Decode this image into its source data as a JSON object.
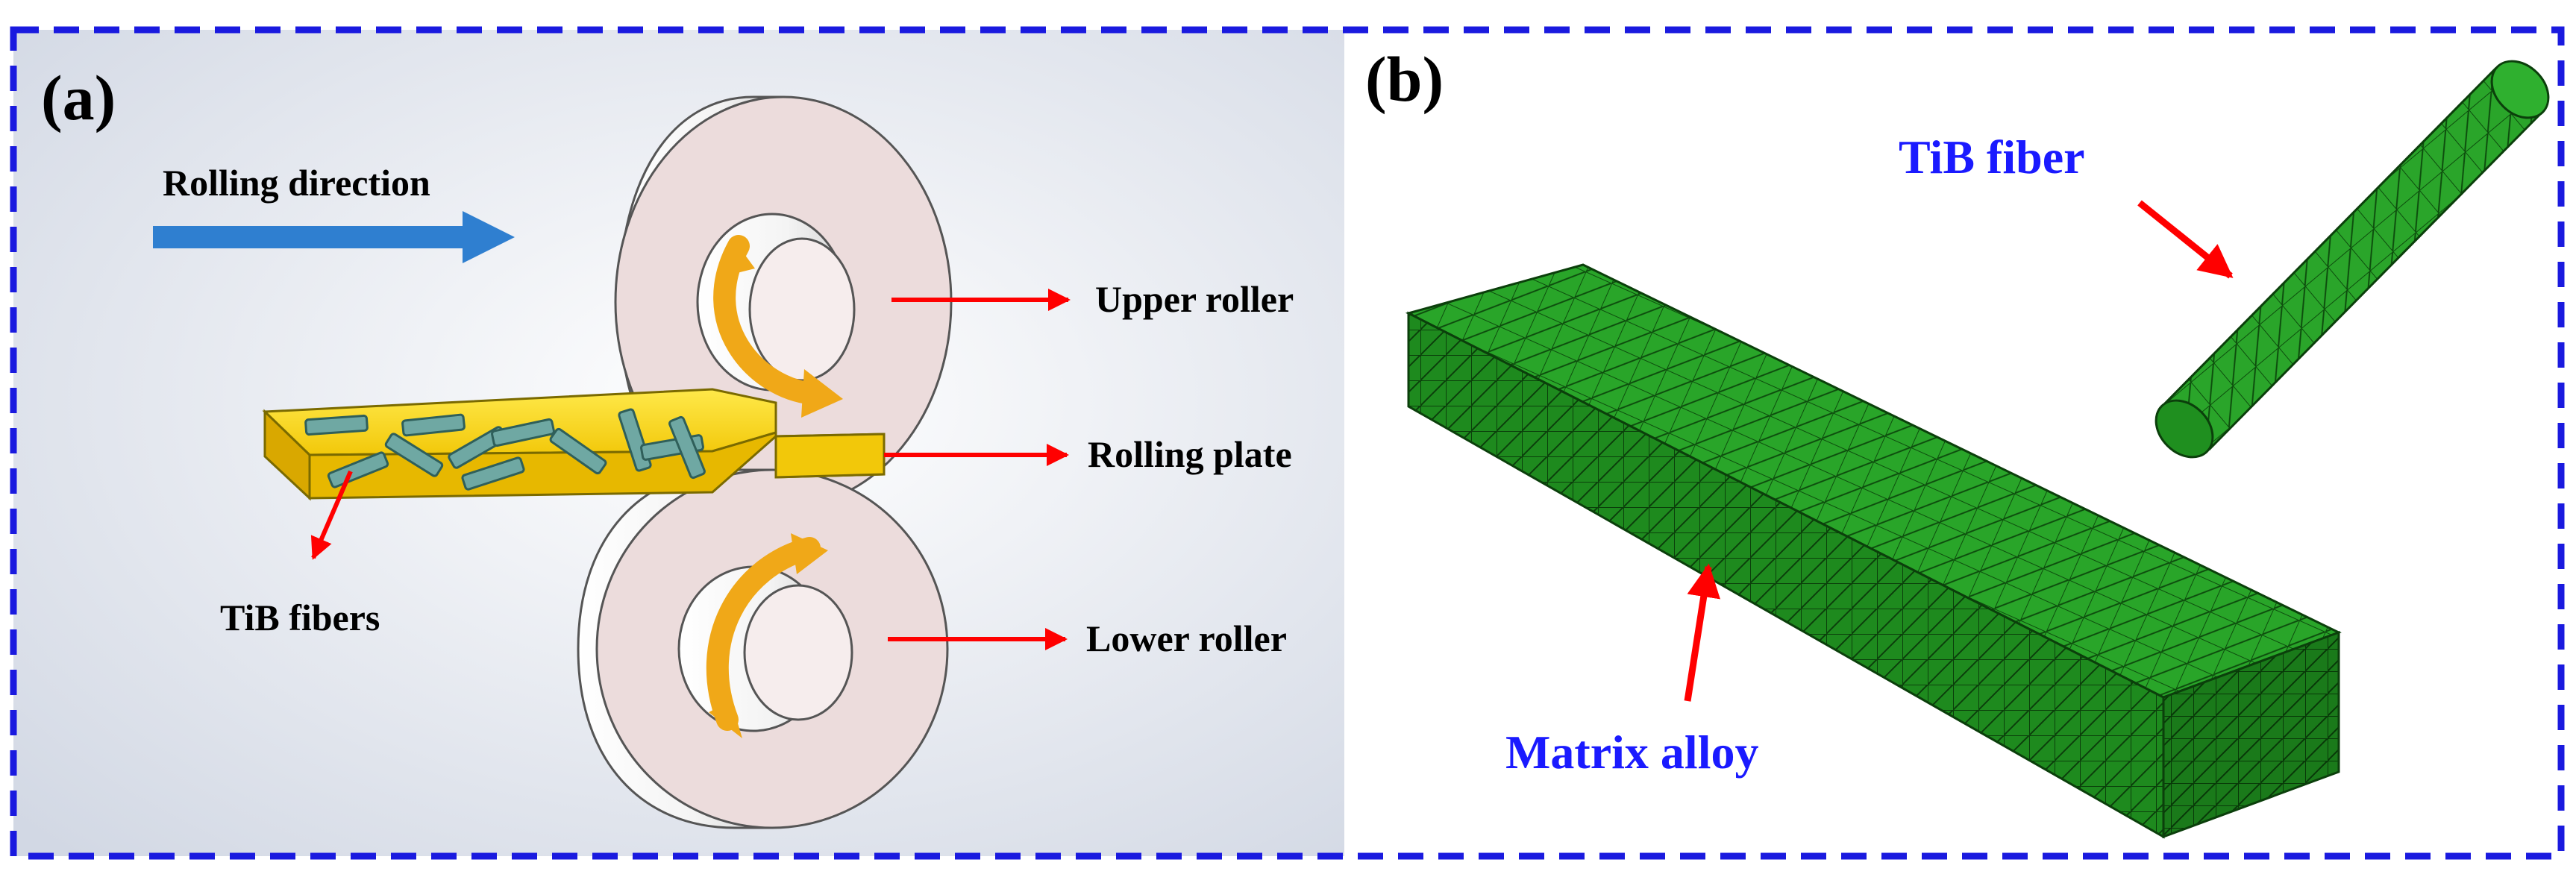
{
  "panel_a": {
    "label": "(a)",
    "rolling_direction": "Rolling direction",
    "upper_roller": "Upper roller",
    "rolling_plate": "Rolling plate",
    "lower_roller": "Lower roller",
    "tib_fibers": "TiB fibers"
  },
  "panel_b": {
    "label": "(b)",
    "tib_fiber": "TiB fiber",
    "matrix_alloy": "Matrix alloy"
  },
  "colors": {
    "frame_dashed": "#1a1adf",
    "rolling_arrow": "#2f7fd0",
    "callout_arrow": "#ff0000",
    "roller_face": "#ecdcdc",
    "plate": "#f2c80a",
    "fiber": "#6fa8a3",
    "rotation_arrow": "#f0a818",
    "mesh_green": "#27a127",
    "label_blue": "#1a1aff"
  }
}
